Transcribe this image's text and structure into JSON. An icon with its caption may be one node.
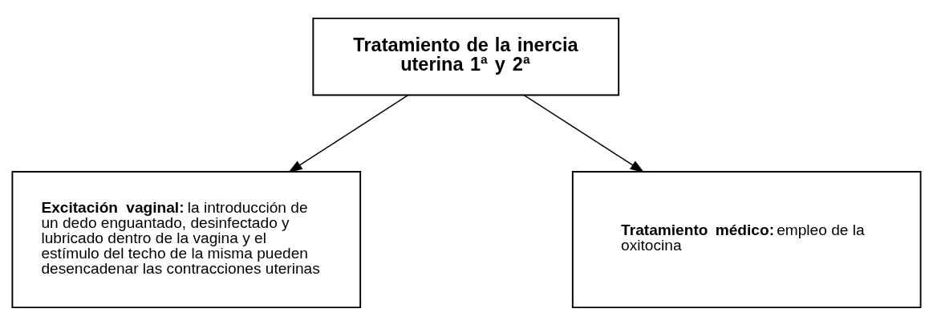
{
  "diagram": {
    "nodes": [
      {
        "text": [
          "Tratamiento de la inercia uterina 1ª y 2ª"
        ]
      },
      {
        "text": [
          "**Excitación vaginal:** la introducción de un dedo enguantado, desinfectado y lubricado dentro de la vagina y el estímulo del techo de la misma pueden desencadenar las contracciones uterinas"
        ]
      },
      {
        "text": [
          "**Tratamiento médico:** empleo de la oxitocina"
        ]
      }
    ],
    "edges": [
      {
        "from": 0,
        "to": 1,
        "arrow": "to"
      },
      {
        "from": 0,
        "to": 2,
        "arrow": "to"
      }
    ]
  }
}
